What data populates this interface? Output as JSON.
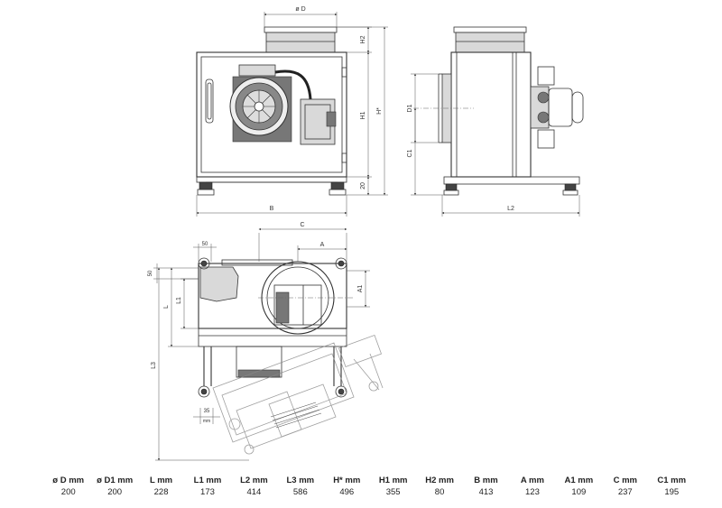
{
  "drawing": {
    "labels": {
      "D": "ø D",
      "H2": "H2",
      "H1": "H1",
      "H": "H*",
      "B": "B",
      "D1": "D1",
      "C1": "C1",
      "L2": "L2",
      "C": "C",
      "A": "A",
      "A1": "A1",
      "L1": "L1",
      "L": "L",
      "L3": "L3",
      "dim50_top": "50",
      "dim50_side": "50",
      "dim20": "20",
      "dim35": "35",
      "mm": "mm"
    }
  },
  "specs": {
    "headers": [
      "ø D mm",
      "ø D1 mm",
      "L mm",
      "L1 mm",
      "L2 mm",
      "L3 mm",
      "H* mm",
      "H1 mm",
      "H2 mm",
      "B mm",
      "A mm",
      "A1 mm",
      "C mm",
      "C1 mm"
    ],
    "values": [
      "200",
      "200",
      "228",
      "173",
      "414",
      "586",
      "496",
      "355",
      "80",
      "413",
      "123",
      "109",
      "237",
      "195"
    ]
  }
}
